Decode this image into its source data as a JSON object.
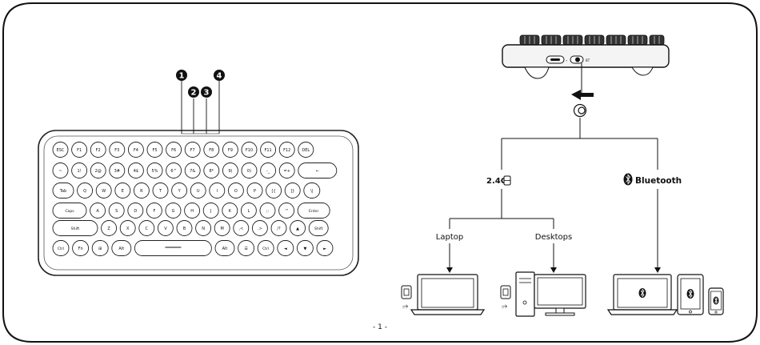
{
  "keyboard": {
    "callouts": [
      "1",
      "2",
      "3",
      "4"
    ],
    "rows": [
      [
        "ESC",
        "F1",
        "F2",
        "F3",
        "F4",
        "F5",
        "F6",
        "F7",
        "F8",
        "F9",
        "F10",
        "F11",
        "F12",
        "DEL"
      ],
      [
        "~",
        "1!",
        "2@",
        "3#",
        "4$",
        "5%",
        "6^",
        "7&",
        "8*",
        "9(",
        "0)",
        "-_",
        "=+",
        "←"
      ],
      [
        "Tab",
        "Q",
        "W",
        "E",
        "R",
        "T",
        "Y",
        "U",
        "I",
        "O",
        "P",
        "[{",
        "]}",
        "\\|"
      ],
      [
        "Caps",
        "A",
        "S",
        "D",
        "F",
        "G",
        "H",
        "J",
        "K",
        "L",
        ";:",
        "'\"",
        "Enter"
      ],
      [
        "Shift",
        "Z",
        "X",
        "C",
        "V",
        "B",
        "N",
        "M",
        ",<",
        ".>",
        "/?",
        "▲",
        "Shift"
      ],
      [
        "Ctrl",
        "Fn",
        "⊞",
        "Alt",
        "",
        "Alt",
        "☰",
        "Ctrl",
        "◄",
        "▼",
        "►"
      ]
    ]
  },
  "connections": {
    "wireless_label": "2.4G",
    "bluetooth_label": "Bluetooth",
    "laptop_label": "Laptop",
    "desktops_label": "Desktops"
  },
  "page_number": "- 1 -"
}
